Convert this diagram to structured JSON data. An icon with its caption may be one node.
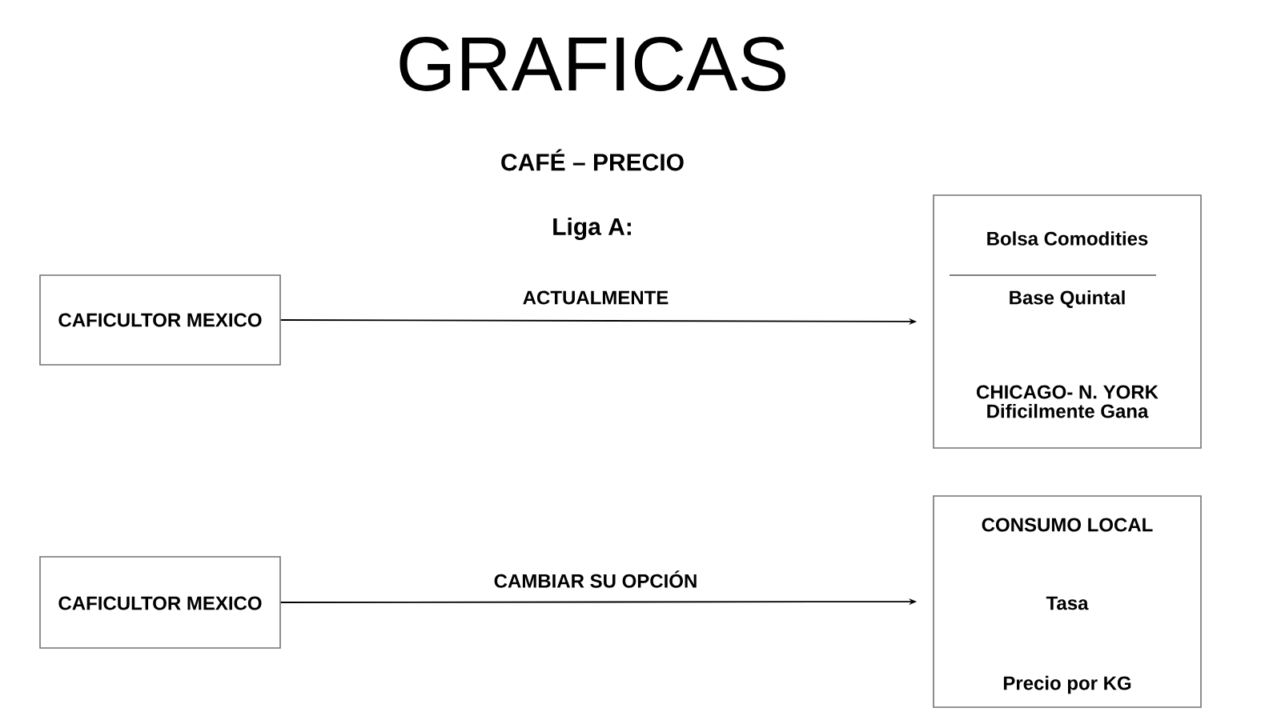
{
  "diagram": {
    "title": "GRAFICAS",
    "nodes": [
      {
        "text": [
          "CAFICULTOR MEXICO"
        ]
      },
      {
        "text": [
          "Bolsa Comodities",
          "Base Quintal",
          "CHICAGO- N. YORK Dificilmente Gana"
        ]
      },
      {
        "text": [
          "CAFICULTOR MEXICO"
        ]
      },
      {
        "text": [
          "CONSUMO LOCAL",
          "Tasa",
          "Precio por KG"
        ]
      }
    ],
    "edges": [
      {
        "from": 0,
        "to": 1,
        "arrow": "to",
        "label": "ACTUALMENTE"
      },
      {
        "from": 2,
        "to": 3,
        "arrow": "to",
        "label": "CAMBIAR SU OPCIÓN"
      }
    ],
    "labels": [
      "CAFÉ – PRECIO",
      "Liga A:"
    ]
  }
}
